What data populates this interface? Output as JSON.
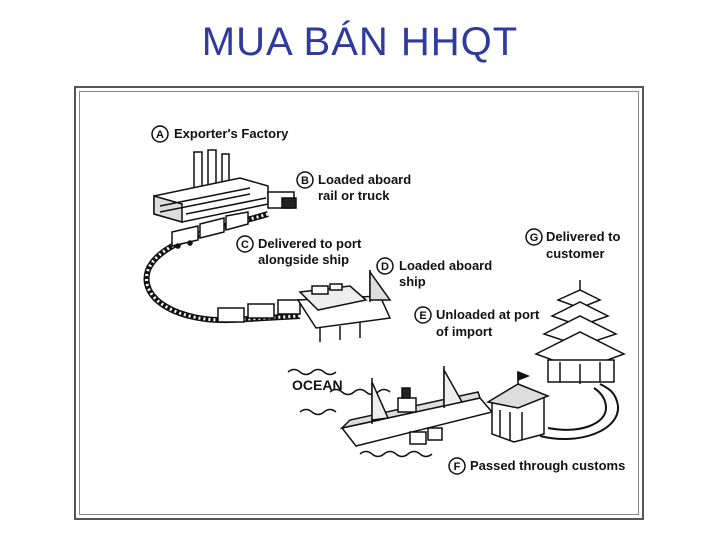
{
  "title": "MUA BÁN HHQT",
  "diagram": {
    "ocean_label": "OCEAN",
    "steps": [
      {
        "letter": "A",
        "line1": "Exporter's Factory",
        "line2": ""
      },
      {
        "letter": "B",
        "line1": "Loaded aboard",
        "line2": "rail or truck"
      },
      {
        "letter": "C",
        "line1": "Delivered to port",
        "line2": "alongside ship"
      },
      {
        "letter": "D",
        "line1": "Loaded aboard",
        "line2": "ship"
      },
      {
        "letter": "E",
        "line1": "Unloaded at port",
        "line2": "of import"
      },
      {
        "letter": "F",
        "line1": "Passed through customs",
        "line2": ""
      },
      {
        "letter": "G",
        "line1": "Delivered to",
        "line2": "customer"
      }
    ]
  }
}
